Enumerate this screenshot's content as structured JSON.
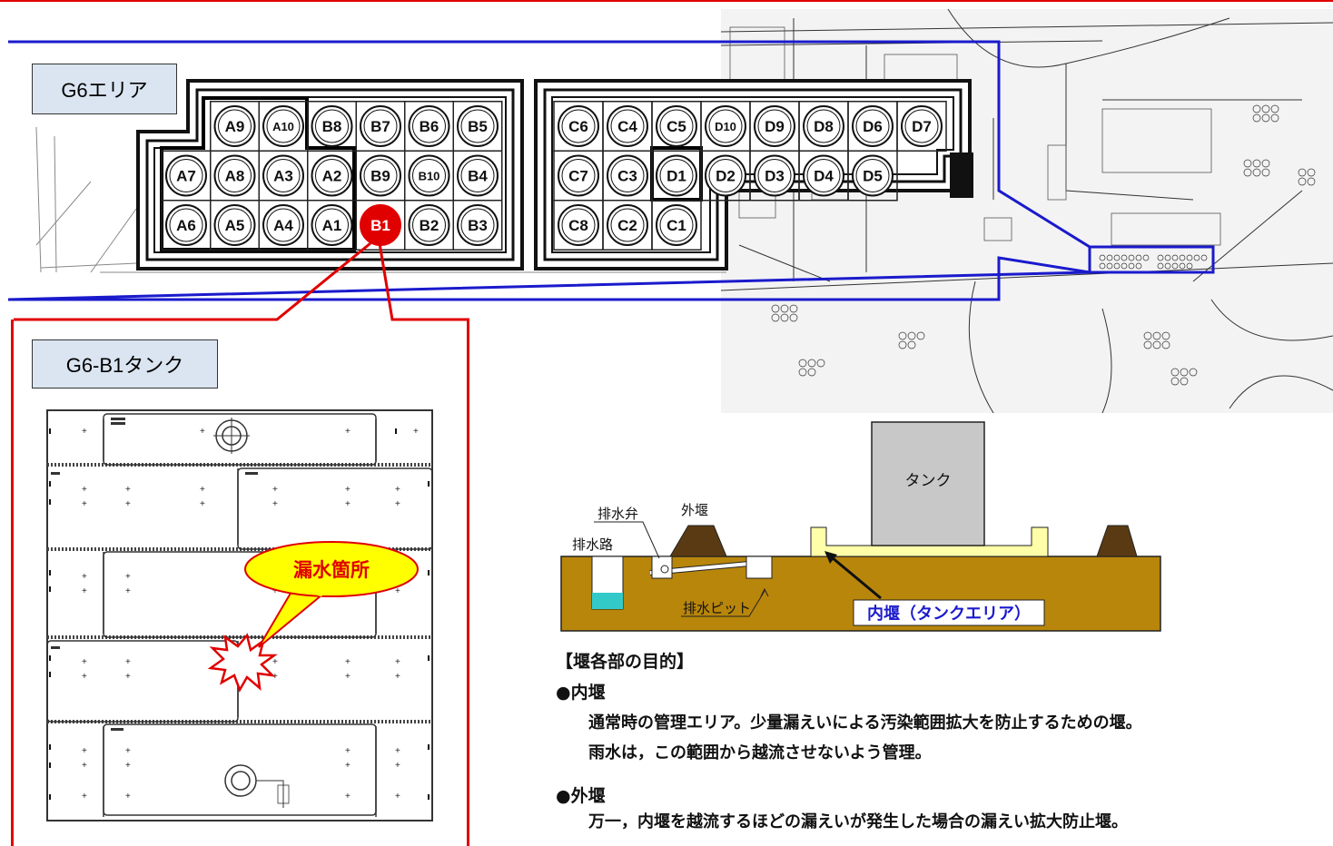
{
  "area_label": "G6エリア",
  "tank_label": "G6-B1タンク",
  "west_block_tanks": [
    {
      "id": "A9",
      "row": 0,
      "col": 1
    },
    {
      "id": "A10",
      "row": 0,
      "col": 2,
      "small": true
    },
    {
      "id": "B8",
      "row": 0,
      "col": 3
    },
    {
      "id": "B7",
      "row": 0,
      "col": 4
    },
    {
      "id": "B6",
      "row": 0,
      "col": 5
    },
    {
      "id": "B5",
      "row": 0,
      "col": 6
    },
    {
      "id": "A7",
      "row": 1,
      "col": 0
    },
    {
      "id": "A8",
      "row": 1,
      "col": 1
    },
    {
      "id": "A3",
      "row": 1,
      "col": 2
    },
    {
      "id": "A2",
      "row": 1,
      "col": 3
    },
    {
      "id": "B9",
      "row": 1,
      "col": 4
    },
    {
      "id": "B10",
      "row": 1,
      "col": 5,
      "small": true
    },
    {
      "id": "B4",
      "row": 1,
      "col": 6
    },
    {
      "id": "A6",
      "row": 2,
      "col": 0
    },
    {
      "id": "A5",
      "row": 2,
      "col": 1
    },
    {
      "id": "A4",
      "row": 2,
      "col": 2
    },
    {
      "id": "A1",
      "row": 2,
      "col": 3
    },
    {
      "id": "B1",
      "row": 2,
      "col": 4,
      "highlight": true
    },
    {
      "id": "B2",
      "row": 2,
      "col": 5
    },
    {
      "id": "B3",
      "row": 2,
      "col": 6
    }
  ],
  "east_block_tanks": [
    {
      "id": "C6",
      "row": 0,
      "col": 0
    },
    {
      "id": "C4",
      "row": 0,
      "col": 1
    },
    {
      "id": "C5",
      "row": 0,
      "col": 2
    },
    {
      "id": "D10",
      "row": 0,
      "col": 3,
      "small": true
    },
    {
      "id": "D9",
      "row": 0,
      "col": 4
    },
    {
      "id": "D8",
      "row": 0,
      "col": 5
    },
    {
      "id": "D6",
      "row": 0,
      "col": 6
    },
    {
      "id": "D7",
      "row": 0,
      "col": 7
    },
    {
      "id": "C7",
      "row": 1,
      "col": 0
    },
    {
      "id": "C3",
      "row": 1,
      "col": 1
    },
    {
      "id": "D1",
      "row": 1,
      "col": 2
    },
    {
      "id": "D2",
      "row": 1,
      "col": 3
    },
    {
      "id": "D3",
      "row": 1,
      "col": 4
    },
    {
      "id": "D4",
      "row": 1,
      "col": 5
    },
    {
      "id": "D5",
      "row": 1,
      "col": 6
    },
    {
      "id": "C8",
      "row": 2,
      "col": 0
    },
    {
      "id": "C2",
      "row": 2,
      "col": 1
    },
    {
      "id": "C1",
      "row": 2,
      "col": 2
    }
  ],
  "leak_callout": "漏水箇所",
  "cross_section": {
    "tank": "タンク",
    "outer_dike": "外堰",
    "drain_valve": "排水弁",
    "drain_channel": "排水路",
    "drain_pit": "排水ピット",
    "inner_dike": "内堰（タンクエリア）"
  },
  "purpose": {
    "heading": "【堰各部の目的】",
    "inner_title": "●内堰",
    "inner_line1": "通常時の管理エリア。少量漏えいによる汚染範囲拡大を防止するための堰。",
    "inner_line2": "雨水は，この範囲から越流させないよう管理。",
    "outer_title": "●外堰",
    "outer_line1": "万一，内堰を越流するほどの漏えいが発生した場合の漏えい拡大防止堰。"
  },
  "colors": {
    "highlight_tank": "#e00000",
    "area_outline": "#1a1acc",
    "leader_line": "#e00000",
    "callout_fill": "#ffff00",
    "ground": "#b8860b",
    "inner_dike_fill": "#ffffaa",
    "label_box_fill": "#dbe5f1"
  }
}
